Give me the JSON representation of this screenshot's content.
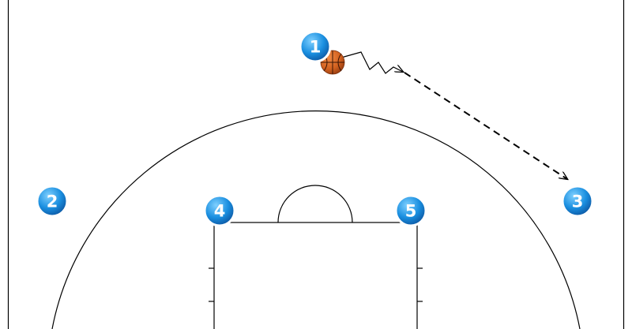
{
  "players": [
    {
      "id": "player-1",
      "number": "1"
    },
    {
      "id": "player-2",
      "number": "2"
    },
    {
      "id": "player-3",
      "number": "3"
    },
    {
      "id": "player-4",
      "number": "4"
    },
    {
      "id": "player-5",
      "number": "5"
    }
  ],
  "ball_holder": "1",
  "actions": [
    {
      "type": "dribble",
      "from": "1"
    },
    {
      "type": "pass",
      "from": "1",
      "to": "3"
    }
  ],
  "colors": {
    "player_fill": "#1a8fe0",
    "player_outline": "#ffffff",
    "ball": "#d2611f",
    "court_lines": "#000000"
  }
}
